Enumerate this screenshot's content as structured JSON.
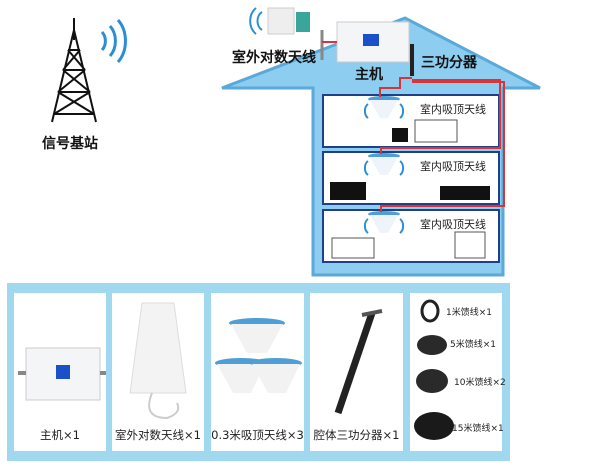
{
  "labels": {
    "base_station": "信号基站",
    "outdoor_antenna": "室外对数天线",
    "host": "主机",
    "splitter": "三功分器",
    "floors": [
      "室内吸顶天线",
      "室内吸顶天线",
      "室内吸顶天线"
    ]
  },
  "products": [
    {
      "label": "主机×1"
    },
    {
      "label": "室外对数天线×1"
    },
    {
      "label": "0.3米吸顶天线×3"
    },
    {
      "label": "腔体三功分器×1"
    }
  ],
  "cables": [
    "1米馈线×1",
    "5米馈线×1",
    "10米馈线×2",
    "15米馈线×1"
  ],
  "colors": {
    "house": "#8ccdf0",
    "panel": "#9fd8ef",
    "cable": "#d9343a",
    "floor_border": "#1f3f8a"
  }
}
